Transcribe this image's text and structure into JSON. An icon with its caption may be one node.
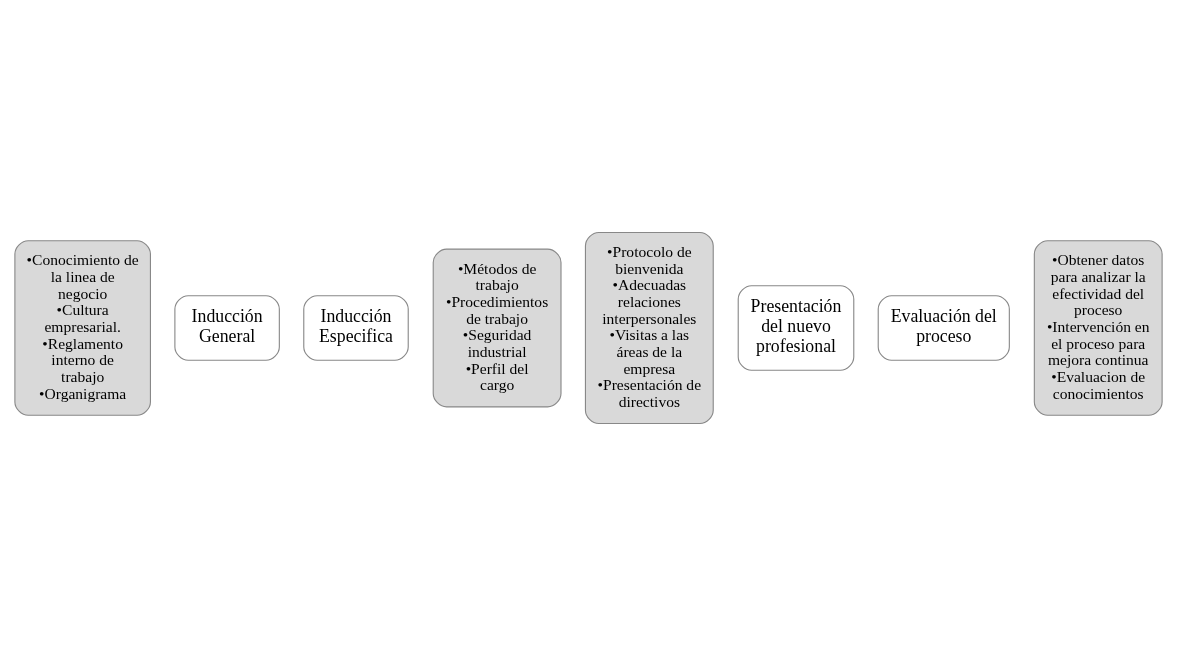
{
  "diagram": {
    "nodes": [
      {
        "text": [
          "•Conocimiento de la linea de negocio",
          "•Cultura empresarial.",
          "•Reglamento interno de trabajo",
          "•Organigrama"
        ]
      },
      {
        "text": [
          "Inducción General"
        ]
      },
      {
        "text": [
          "Inducción Especifica"
        ]
      },
      {
        "text": [
          "•Métodos de trabajo",
          "•Procedimientos de trabajo",
          "•Seguridad industrial",
          "•Perfil del cargo"
        ]
      },
      {
        "text": [
          "•Protocolo de bienvenida",
          "•Adecuadas relaciones interpersonales",
          "•Visitas a las áreas de la empresa",
          "•Presentación de directivos"
        ]
      },
      {
        "text": [
          "Presentación del nuevo profesional"
        ]
      },
      {
        "text": [
          "Evaluación del proceso"
        ]
      },
      {
        "text": [
          "•Obtener datos para analizar la efectividad del proceso",
          "•Intervención en el proceso para mejora continua",
          "•Evaluacion de conocimientos"
        ]
      }
    ],
    "edges": []
  }
}
